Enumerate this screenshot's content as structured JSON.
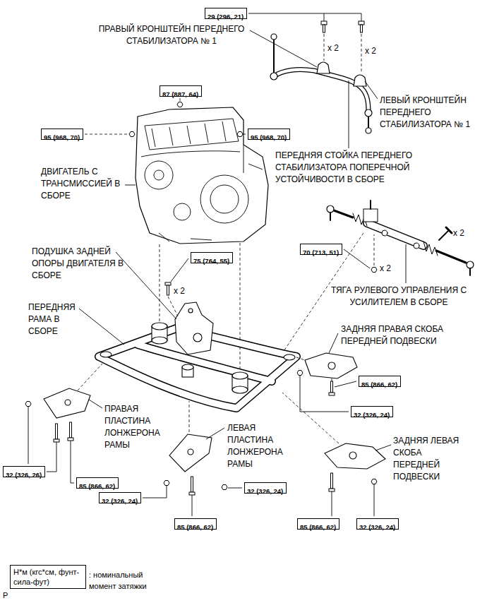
{
  "diagram": {
    "nodes": [
      {
        "text": [
          "29 (296, 21)"
        ]
      },
      {
        "text": [
          "87 (887, 64)"
        ]
      },
      {
        "text": [
          "95 (968, 70)"
        ]
      },
      {
        "text": [
          "95 (968, 70)"
        ]
      },
      {
        "text": [
          "75 (764, 55)"
        ]
      },
      {
        "text": [
          "70 (713, 51)"
        ]
      },
      {
        "text": [
          "85 (866, 62)"
        ]
      },
      {
        "text": [
          "32 (326, 24)"
        ]
      },
      {
        "text": [
          "32 (326, 26)"
        ]
      },
      {
        "text": [
          "85 (866, 62)"
        ]
      },
      {
        "text": [
          "32 (326, 24)"
        ]
      },
      {
        "text": [
          "32 (326, 24)"
        ]
      },
      {
        "text": [
          "85 (866, 62)"
        ]
      },
      {
        "text": [
          "85 (866, 62)"
        ]
      },
      {
        "text": [
          "32 (326, 24)"
        ]
      },
      {
        "text": [
          "Н*м (кгс*см, фунт-сила-фут)"
        ]
      }
    ],
    "labels": [
      "ПРАВЫЙ КРОНШТЕЙН ПЕРЕДНЕГО СТАБИЛИЗАТОРА № 1",
      "x 2",
      "x 2",
      "ЛЕВЫЙ КРОНШТЕЙН ПЕРЕДНЕГО СТАБИЛИЗАТОРА № 1",
      "ДВИГАТЕЛЬ С ТРАНСМИССИЕЙ В СБОРЕ",
      "ПЕРЕДНЯЯ СТОЙКА ПЕРЕДНЕГО СТАБИЛИЗАТОРА ПОПЕРЕЧНОЙ УСТОЙЧИВОСТИ В СБОРЕ",
      "x 2",
      "ПОДУШКА ЗАДНЕЙ ОПОРЫ ДВИГАТЕЛЯ В СБОРЕ",
      "x 2",
      "x 2",
      "ТЯГА РУЛЕВОГО УПРАВЛЕНИЯ С УСИЛИТЕЛЕМ В СБОРЕ",
      "ПЕРЕДНЯЯ РАМА В СБОРЕ",
      "ЗАДНЯЯ ПРАВАЯ СКОБА ПЕРЕДНЕЙ ПОДВЕСКИ",
      "ПРАВАЯ ПЛАСТИНА ЛОНЖЕРОНА РАМЫ",
      "ЛЕВАЯ ПЛАСТИНА ЛОНЖЕРОНА РАМЫ",
      "ЗАДНЯЯ ЛЕВАЯ СКОБА ПЕРЕДНЕЙ ПОДВЕСКИ",
      ": номинальный момент затяжки",
      "P"
    ]
  }
}
